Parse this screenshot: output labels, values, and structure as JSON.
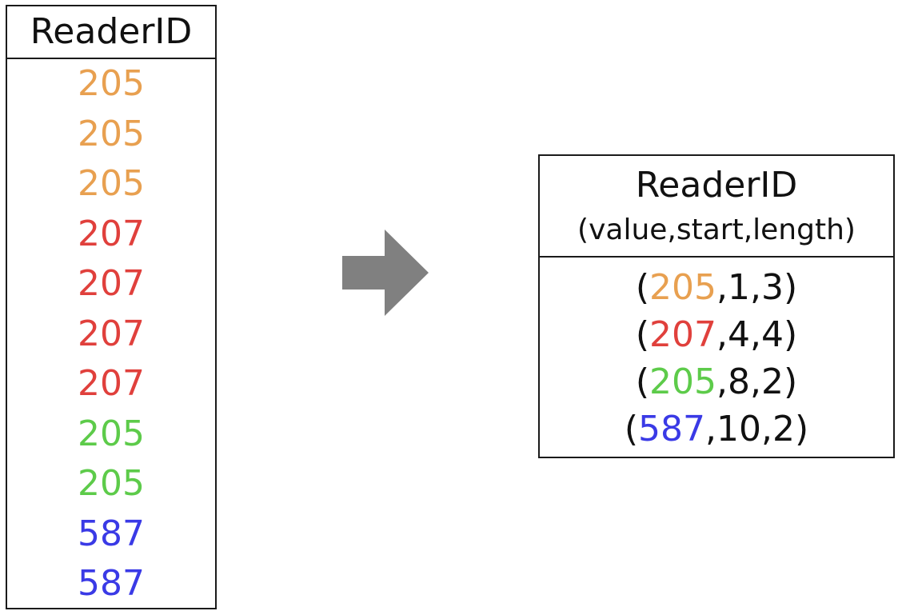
{
  "colors": {
    "orange": "#E8A050",
    "red": "#E0403C",
    "green": "#5DCB4A",
    "blue": "#3A3AE6",
    "arrow": "#808080",
    "text": "#111111"
  },
  "raw_table": {
    "header": "ReaderID",
    "rows": [
      {
        "value": "205",
        "color": "orange"
      },
      {
        "value": "205",
        "color": "orange"
      },
      {
        "value": "205",
        "color": "orange"
      },
      {
        "value": "207",
        "color": "red"
      },
      {
        "value": "207",
        "color": "red"
      },
      {
        "value": "207",
        "color": "red"
      },
      {
        "value": "207",
        "color": "red"
      },
      {
        "value": "205",
        "color": "green"
      },
      {
        "value": "205",
        "color": "green"
      },
      {
        "value": "587",
        "color": "blue"
      },
      {
        "value": "587",
        "color": "blue"
      }
    ]
  },
  "arrow": {
    "icon": "right-arrow-icon"
  },
  "rle_table": {
    "header": "ReaderID",
    "subheader": "(value,start,length)",
    "rows": [
      {
        "open": "(",
        "value": "205",
        "rest": ",1,3)",
        "color": "orange"
      },
      {
        "open": "(",
        "value": "207",
        "rest": ",4,4)",
        "color": "red"
      },
      {
        "open": "(",
        "value": "205",
        "rest": ",8,2)",
        "color": "green"
      },
      {
        "open": "(",
        "value": "587",
        "rest": ",10,2)",
        "color": "blue"
      }
    ]
  }
}
